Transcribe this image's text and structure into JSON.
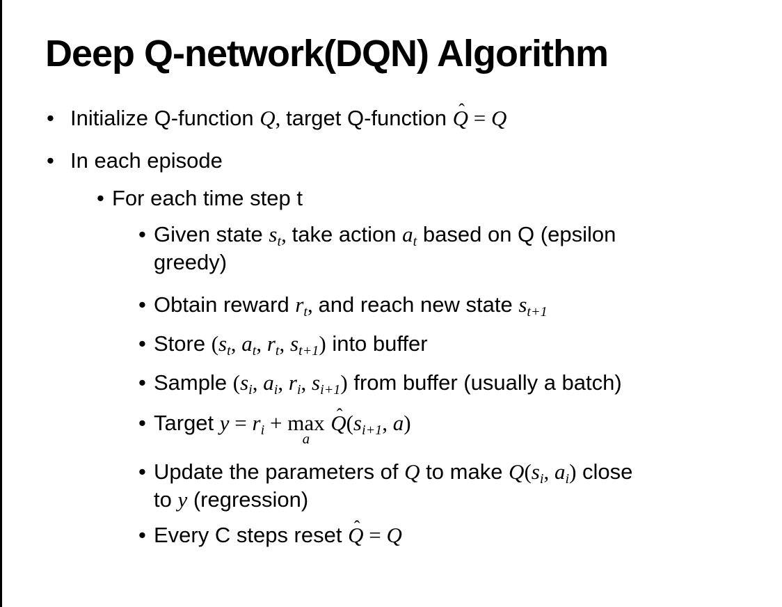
{
  "slide": {
    "title": "Deep Q-network(DQN) Algorithm",
    "marker_glyph": "•",
    "bullets": [
      {
        "level": 1,
        "segments": [
          {
            "k": "t",
            "v": "Initialize Q-function "
          },
          {
            "k": "m",
            "v": "Q"
          },
          {
            "k": "p",
            "v": ", "
          },
          {
            "k": "t",
            "v": "target Q-function "
          },
          {
            "k": "hat",
            "v": "Q"
          },
          {
            "k": "p",
            "v": " = "
          },
          {
            "k": "m",
            "v": "Q"
          }
        ]
      },
      {
        "level": 1,
        "segments": [
          {
            "k": "t",
            "v": "In each episode"
          }
        ]
      },
      {
        "level": 2,
        "segments": [
          {
            "k": "t",
            "v": "For each time step t"
          }
        ]
      },
      {
        "level": 3,
        "segments": [
          {
            "k": "t",
            "v": "Given state "
          },
          {
            "k": "m",
            "v": "s"
          },
          {
            "k": "sub",
            "v": "t"
          },
          {
            "k": "p",
            "v": ", "
          },
          {
            "k": "t",
            "v": "take action "
          },
          {
            "k": "m",
            "v": "a"
          },
          {
            "k": "sub",
            "v": "t"
          },
          {
            "k": "t",
            "v": " based on Q (epsilon"
          },
          {
            "k": "br"
          },
          {
            "k": "t",
            "v": "greedy)"
          }
        ]
      },
      {
        "level": 3,
        "segments": [
          {
            "k": "t",
            "v": "Obtain reward "
          },
          {
            "k": "m",
            "v": "r"
          },
          {
            "k": "sub",
            "v": "t"
          },
          {
            "k": "p",
            "v": ", "
          },
          {
            "k": "t",
            "v": "and reach new state "
          },
          {
            "k": "m",
            "v": "s"
          },
          {
            "k": "sub",
            "v": "t+1"
          }
        ]
      },
      {
        "level": 3,
        "segments": [
          {
            "k": "t",
            "v": "Store "
          },
          {
            "k": "p",
            "v": "("
          },
          {
            "k": "m",
            "v": "s"
          },
          {
            "k": "sub",
            "v": "t"
          },
          {
            "k": "p",
            "v": ", "
          },
          {
            "k": "m",
            "v": "a"
          },
          {
            "k": "sub",
            "v": "t"
          },
          {
            "k": "p",
            "v": ", "
          },
          {
            "k": "m",
            "v": "r"
          },
          {
            "k": "sub",
            "v": "t"
          },
          {
            "k": "p",
            "v": ", "
          },
          {
            "k": "m",
            "v": "s"
          },
          {
            "k": "sub",
            "v": "t+1"
          },
          {
            "k": "p",
            "v": ")"
          },
          {
            "k": "t",
            "v": " into buffer"
          }
        ]
      },
      {
        "level": 3,
        "segments": [
          {
            "k": "t",
            "v": "Sample "
          },
          {
            "k": "p",
            "v": "("
          },
          {
            "k": "m",
            "v": "s"
          },
          {
            "k": "sub",
            "v": "i"
          },
          {
            "k": "p",
            "v": ", "
          },
          {
            "k": "m",
            "v": "a"
          },
          {
            "k": "sub",
            "v": "i"
          },
          {
            "k": "p",
            "v": ", "
          },
          {
            "k": "m",
            "v": "r"
          },
          {
            "k": "sub",
            "v": "i"
          },
          {
            "k": "p",
            "v": ", "
          },
          {
            "k": "m",
            "v": "s"
          },
          {
            "k": "sub",
            "v": "i+1"
          },
          {
            "k": "p",
            "v": ")"
          },
          {
            "k": "t",
            "v": " from buffer (usually a batch)"
          }
        ]
      },
      {
        "level": 3,
        "segments": [
          {
            "k": "t",
            "v": "Target "
          },
          {
            "k": "m",
            "v": "y"
          },
          {
            "k": "p",
            "v": " = "
          },
          {
            "k": "m",
            "v": "r"
          },
          {
            "k": "sub",
            "v": "i"
          },
          {
            "k": "p",
            "v": " + "
          },
          {
            "k": "max",
            "v": "max",
            "u": "a"
          },
          {
            "k": "t",
            "v": " "
          },
          {
            "k": "hat",
            "v": "Q"
          },
          {
            "k": "p",
            "v": "("
          },
          {
            "k": "m",
            "v": "s"
          },
          {
            "k": "sub",
            "v": "i+1"
          },
          {
            "k": "p",
            "v": ", "
          },
          {
            "k": "m",
            "v": "a"
          },
          {
            "k": "p",
            "v": ")"
          }
        ]
      },
      {
        "level": 3,
        "segments": [
          {
            "k": "t",
            "v": "Update the parameters of "
          },
          {
            "k": "m",
            "v": "Q"
          },
          {
            "k": "t",
            "v": " to make "
          },
          {
            "k": "m",
            "v": "Q"
          },
          {
            "k": "p",
            "v": "("
          },
          {
            "k": "m",
            "v": "s"
          },
          {
            "k": "sub",
            "v": "i"
          },
          {
            "k": "p",
            "v": ", "
          },
          {
            "k": "m",
            "v": "a"
          },
          {
            "k": "sub",
            "v": "i"
          },
          {
            "k": "p",
            "v": ")"
          },
          {
            "k": "t",
            "v": " close"
          },
          {
            "k": "br"
          },
          {
            "k": "t",
            "v": "to "
          },
          {
            "k": "m",
            "v": "y"
          },
          {
            "k": "t",
            "v": " (regression)"
          }
        ]
      },
      {
        "level": 3,
        "segments": [
          {
            "k": "t",
            "v": "Every C steps reset "
          },
          {
            "k": "hat",
            "v": "Q"
          },
          {
            "k": "p",
            "v": " = "
          },
          {
            "k": "m",
            "v": "Q"
          }
        ]
      }
    ]
  },
  "colors": {
    "background": "#ffffff",
    "text": "#000000",
    "border": "#000000"
  }
}
